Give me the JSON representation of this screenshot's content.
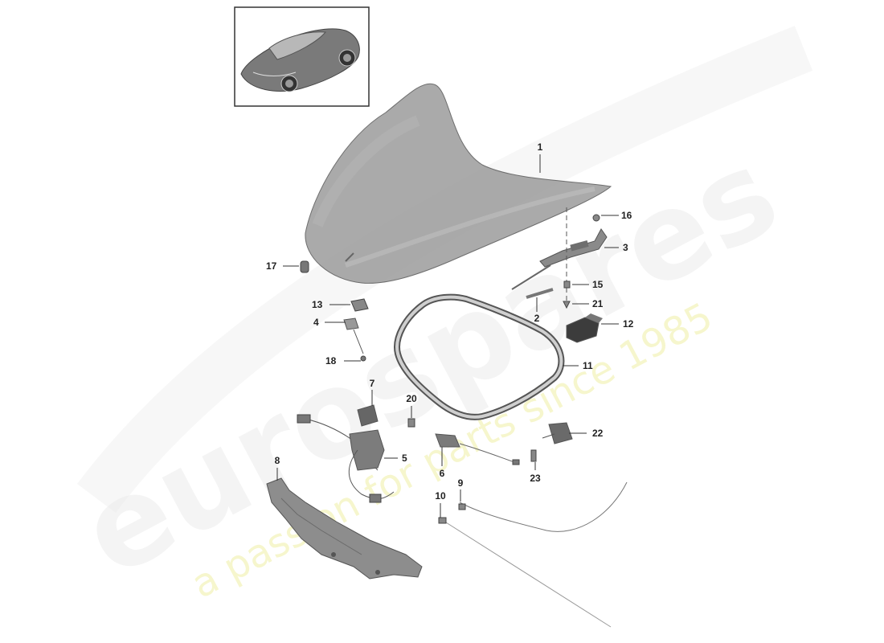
{
  "watermark": {
    "brand": "eurospares",
    "tagline": "a passion for parts since 1985",
    "brand_color": "#ececec",
    "tagline_color": "#f3f3b8"
  },
  "thumbnail": {
    "icon": "car-icon"
  },
  "callouts": [
    {
      "id": "c1",
      "label": "1"
    },
    {
      "id": "c2",
      "label": "2"
    },
    {
      "id": "c3",
      "label": "3"
    },
    {
      "id": "c4",
      "label": "4"
    },
    {
      "id": "c5",
      "label": "5"
    },
    {
      "id": "c6",
      "label": "6"
    },
    {
      "id": "c7",
      "label": "7"
    },
    {
      "id": "c8",
      "label": "8"
    },
    {
      "id": "c9",
      "label": "9"
    },
    {
      "id": "c10",
      "label": "10"
    },
    {
      "id": "c11",
      "label": "11"
    },
    {
      "id": "c12",
      "label": "12"
    },
    {
      "id": "c13",
      "label": "13"
    },
    {
      "id": "c15",
      "label": "15"
    },
    {
      "id": "c16",
      "label": "16"
    },
    {
      "id": "c17",
      "label": "17"
    },
    {
      "id": "c18",
      "label": "18"
    },
    {
      "id": "c20",
      "label": "20"
    },
    {
      "id": "c21",
      "label": "21"
    },
    {
      "id": "c22",
      "label": "22"
    },
    {
      "id": "c23",
      "label": "23"
    }
  ]
}
